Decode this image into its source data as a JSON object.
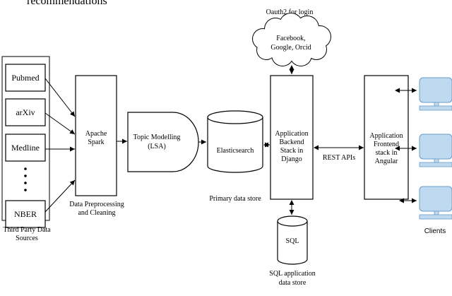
{
  "title_fragment": "recommendations",
  "sources": {
    "items": [
      "Pubmed",
      "arXiv",
      "Medline",
      "NBER"
    ],
    "caption_line1": "Third Party Data",
    "caption_line2": "Sources"
  },
  "spark": {
    "label_line1": "Apache",
    "label_line2": "Spark",
    "caption_line1": "Data Preprocessing",
    "caption_line2": "and Cleaning"
  },
  "topic": {
    "label_line1": "Topic Modelling",
    "label_line2": "(LSA)"
  },
  "elastic": {
    "label": "Elasticsearch",
    "caption": "Primary data store"
  },
  "oauth": {
    "caption": "Oauth2 for login",
    "line1": "Facebook,",
    "line2": "Google, Orcid"
  },
  "backend": {
    "line1": "Application",
    "line2": "Backend",
    "line3": "Stack in",
    "line4": "Django"
  },
  "rest": {
    "label": "REST APIs"
  },
  "frontend": {
    "line1": "Application",
    "line2": "Frontend",
    "line3": "stack in",
    "line4": "Angular"
  },
  "sql": {
    "label": "SQL",
    "caption_line1": "SQL application",
    "caption_line2": "data store"
  },
  "clients": {
    "label": "Clients",
    "color": "#bfd9f1"
  }
}
